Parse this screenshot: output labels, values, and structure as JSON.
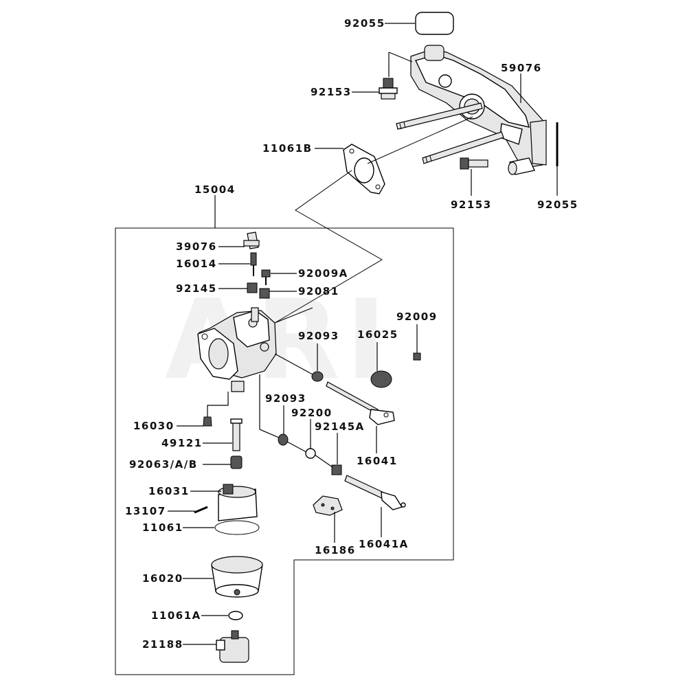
{
  "watermark": "ARI",
  "labels": {
    "p92055_top": "92055",
    "p59076": "59076",
    "p92153_a": "92153",
    "p11061B": "11061B",
    "p92153_b": "92153",
    "p92055_side": "92055",
    "p15004": "15004",
    "p39076": "39076",
    "p16014": "16014",
    "p92009A": "92009A",
    "p92145": "92145",
    "p92081": "92081",
    "p92009": "92009",
    "p92093_a": "92093",
    "p16025": "16025",
    "p92093_b": "92093",
    "p92200": "92200",
    "p92145A": "92145A",
    "p16030": "16030",
    "p49121": "49121",
    "p16041": "16041",
    "p92063AB": "92063/A/B",
    "p16031": "16031",
    "p13107": "13107",
    "p11061": "11061",
    "p16186": "16186",
    "p16041A": "16041A",
    "p16020": "16020",
    "p11061A": "11061A",
    "p21188": "21188"
  }
}
